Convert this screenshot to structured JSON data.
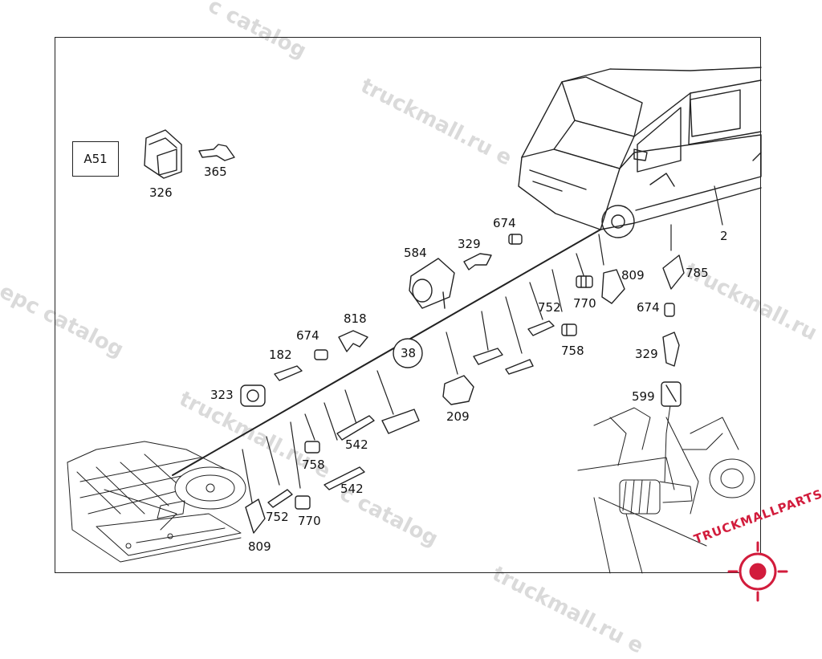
{
  "diagram": {
    "group_code": "A51",
    "hub_label": "38",
    "part_labels": {
      "p326": "326",
      "p365": "365",
      "p674a": "674",
      "p329a": "329",
      "p584": "584",
      "p809a": "809",
      "p770a": "770",
      "p752a": "752",
      "p758a": "758",
      "p2": "2",
      "p785": "785",
      "p674b": "674",
      "p329b": "329",
      "p818": "818",
      "p674c": "674",
      "p182": "182",
      "p323": "323",
      "p209": "209",
      "p542a": "542",
      "p758b": "758",
      "p542b": "542",
      "p599": "599",
      "p752b": "752",
      "p770b": "770",
      "p809b": "809"
    }
  },
  "watermarks": {
    "w1": "c catalog",
    "w2": "truckmall.ru e",
    "w3": "epc catalog",
    "w4": "truckmall.ru",
    "w5": "truckmall.ru e",
    "w6": "c catalog",
    "w7": "truckmall.ru e"
  },
  "logo": {
    "text": "TRUCKMALLPARTS"
  }
}
